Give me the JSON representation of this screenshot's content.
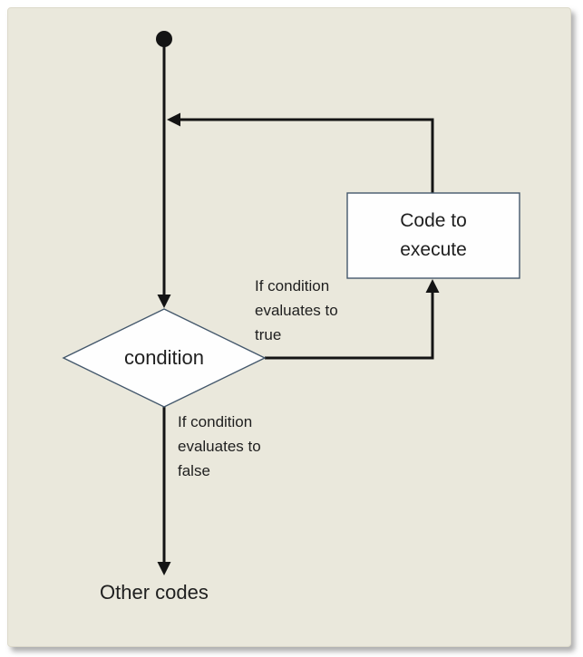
{
  "colors": {
    "canvas_bg": "#eae8dc",
    "line": "#141414",
    "shape_border": "#44586c",
    "shape_fill": "#fefefe",
    "text": "#1f1f1f"
  },
  "diagram": {
    "condition_node": {
      "label": "condition"
    },
    "code_node": {
      "lines": [
        "Code to",
        "execute"
      ]
    },
    "true_branch": {
      "lines": [
        "If condition",
        "evaluates to",
        "true"
      ]
    },
    "false_branch": {
      "lines": [
        "If condition",
        "evaluates to",
        "false"
      ]
    },
    "end_label": "Other codes"
  }
}
